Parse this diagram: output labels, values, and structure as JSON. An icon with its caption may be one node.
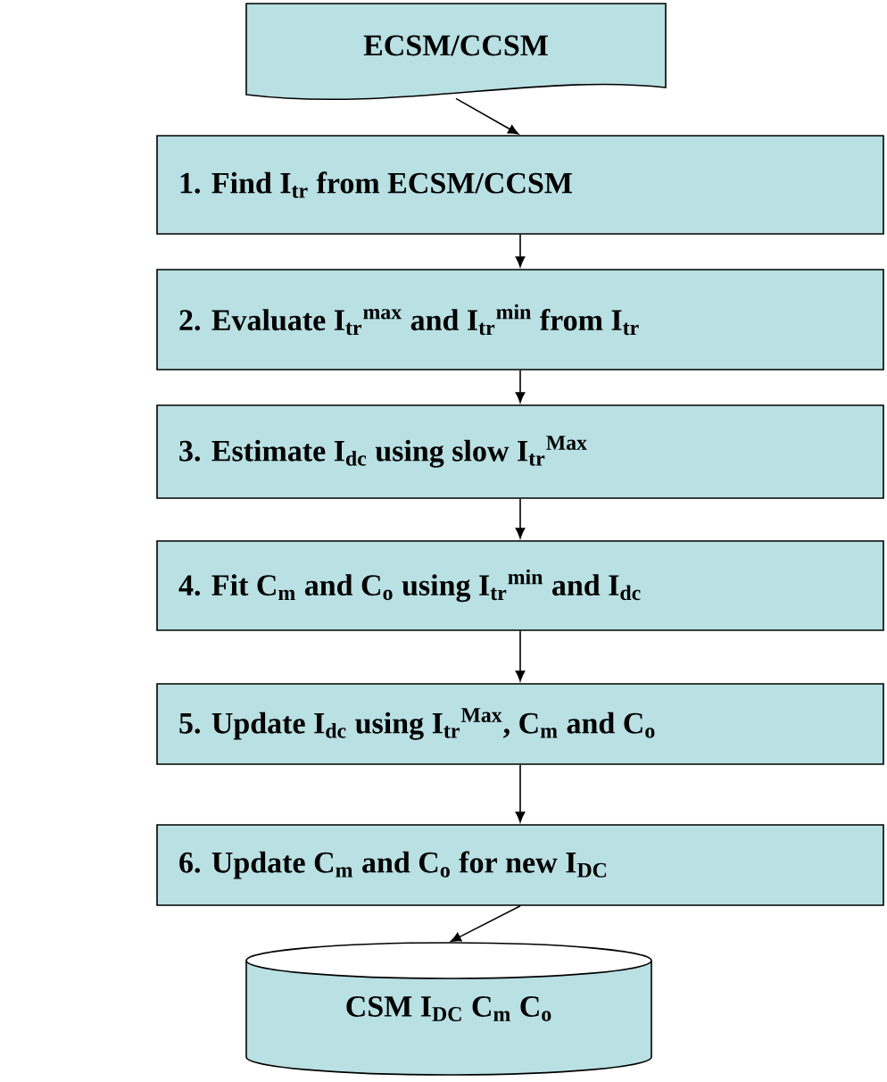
{
  "diagram": {
    "nodes": [
      {
        "text": [
          "ECSM/CCSM"
        ]
      },
      {
        "text": [
          "1. Find I$_{tr}$ from ECSM/CCSM"
        ]
      },
      {
        "text": [
          "2. Evaluate I$_{tr}$$^{max}$ and I$_{tr}$$^{min}$ from I$_{tr}$"
        ]
      },
      {
        "text": [
          "3. Estimate I$_{dc}$ using slow I$_{tr}$$^{Max}$"
        ]
      },
      {
        "text": [
          "4. Fit C$_{m}$ and C$_{o}$ using I$_{tr}$$^{min}$ and I$_{dc}$"
        ]
      },
      {
        "text": [
          "5. Update I$_{dc}$ using I$_{tr}$$^{Max}$, C$_{m}$ and C$_{o}$"
        ]
      },
      {
        "text": [
          "6. Update C$_{m}$ and C$_{o}$ for new I$_{DC}$"
        ]
      },
      {
        "text": [
          "CSM I$_{DC}$ C$_{m}$ C$_{o}$"
        ]
      }
    ],
    "edges": [
      {
        "from": 0,
        "to": 1,
        "arrow": "to"
      },
      {
        "from": 1,
        "to": 2,
        "arrow": "to"
      },
      {
        "from": 2,
        "to": 3,
        "arrow": "to"
      },
      {
        "from": 3,
        "to": 4,
        "arrow": "to"
      },
      {
        "from": 4,
        "to": 5,
        "arrow": "to"
      },
      {
        "from": 5,
        "to": 6,
        "arrow": "to"
      },
      {
        "from": 6,
        "to": 7,
        "arrow": "to"
      }
    ]
  }
}
